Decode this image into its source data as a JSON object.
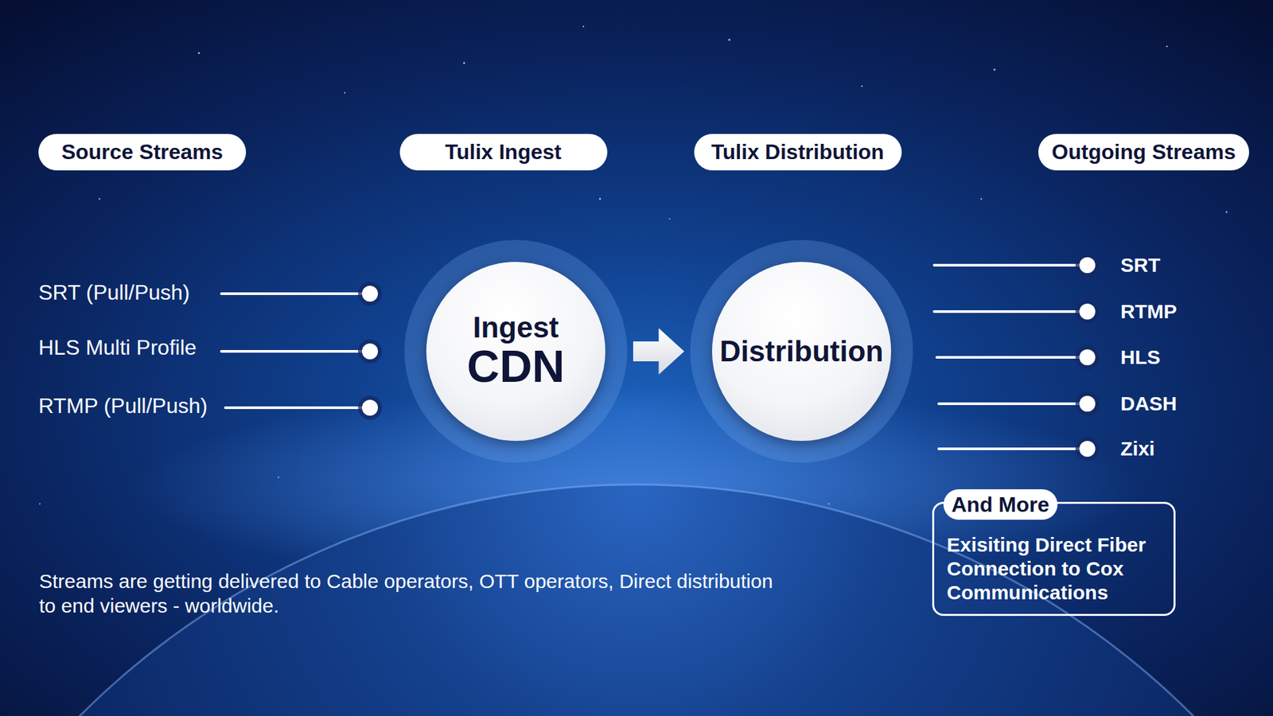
{
  "diagram": {
    "caption": "Streams are getting delivered to Cable operators, OTT operators, Direct distribution to end viewers - worldwide.",
    "nodes": [
      {
        "text": [
          "Source Streams"
        ]
      },
      {
        "text": [
          "Tulix Ingest"
        ]
      },
      {
        "text": [
          "Tulix Distribution"
        ]
      },
      {
        "text": [
          "Outgoing Streams"
        ]
      },
      {
        "text": [
          "Ingest",
          "CDN"
        ]
      },
      {
        "text": [
          "Distribution"
        ]
      },
      {
        "text": [
          "Exisiting Direct Fiber Connection to Cox Communications"
        ]
      },
      {
        "text": [
          "And More"
        ],
        "in": 6
      }
    ],
    "edges": [
      {
        "from": 4,
        "to": 5,
        "arrow": "to"
      }
    ],
    "labels": [
      "SRT (Pull/Push)",
      "HLS Multi Profile",
      "RTMP (Pull/Push)",
      "SRT",
      "RTMP",
      "HLS",
      "DASH",
      "Zixi"
    ]
  }
}
